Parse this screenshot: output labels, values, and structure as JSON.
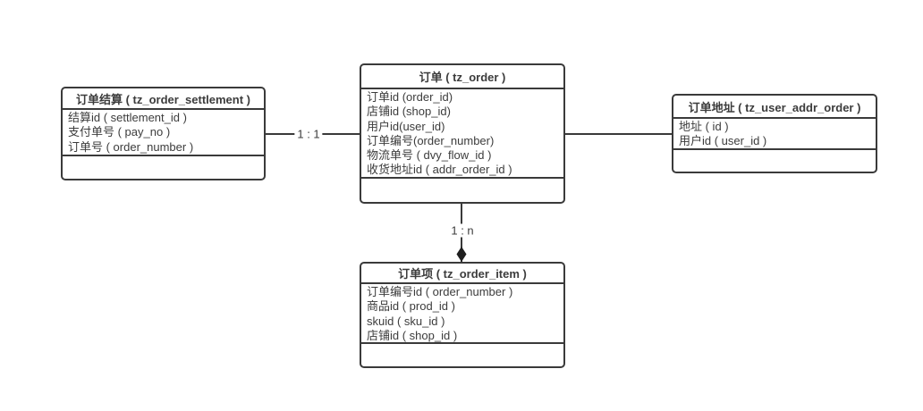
{
  "colors": {
    "border": "#3a3a3a",
    "text": "#3c3c3c",
    "background": "#ffffff"
  },
  "tables": {
    "settlement": {
      "title": "订单结算 ( tz_order_settlement )",
      "fields": [
        "结算id ( settlement_id )",
        "支付单号 ( pay_no )",
        "订单号 ( order_number )"
      ]
    },
    "order": {
      "title": "订单 ( tz_order )",
      "fields": [
        "订单id (order_id)",
        "店铺id (shop_id)",
        "用户id(user_id)",
        "订单编号(order_number)",
        "物流单号 ( dvy_flow_id )",
        "收货地址id ( addr_order_id )"
      ]
    },
    "addr": {
      "title": "订单地址 ( tz_user_addr_order )",
      "fields": [
        "地址 ( id )",
        "用户id ( user_id )"
      ]
    },
    "item": {
      "title": "订单项 ( tz_order_item )",
      "fields": [
        "订单编号id ( order_number )",
        "商品id ( prod_id )",
        "skuid ( sku_id )",
        "店铺id ( shop_id )"
      ]
    }
  },
  "connectors": {
    "settlement_order": {
      "from": "订单结算",
      "to": "订单",
      "label": "1 : 1"
    },
    "order_addr": {
      "from": "订单",
      "to": "订单地址",
      "label": ""
    },
    "order_item": {
      "from": "订单",
      "to": "订单项",
      "label": "1 : n",
      "arrow": "filled-diamond"
    }
  }
}
